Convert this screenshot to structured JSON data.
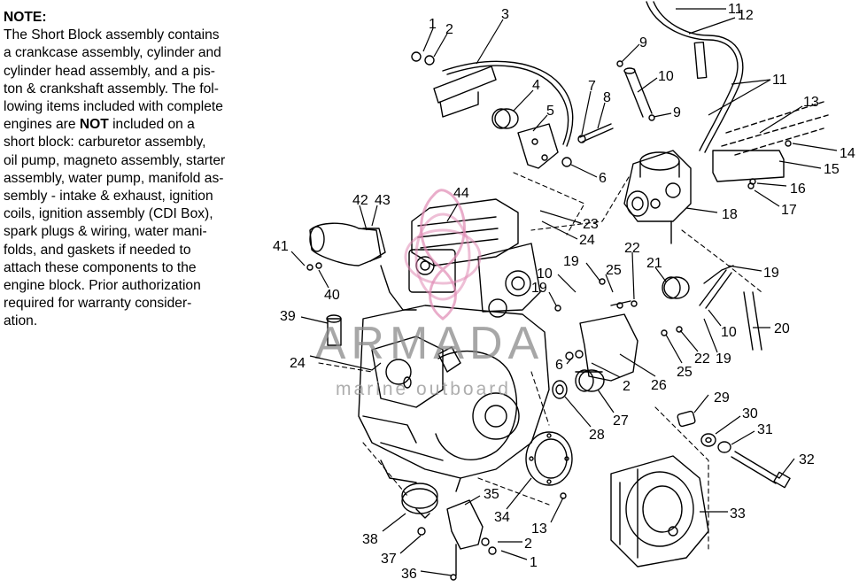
{
  "note": {
    "title": "NOTE:",
    "lines": [
      [
        "The Short Block assembly contains"
      ],
      [
        "a crankcase assembly, cylinder and"
      ],
      [
        "cylinder head assembly, and a pis-"
      ],
      [
        "ton & crankshaft assembly.  The fol-"
      ],
      [
        "lowing items included with complete"
      ],
      [
        "engines are ",
        {
          "b": "NOT"
        },
        " included on a"
      ],
      [
        "short block:  carburetor assembly,"
      ],
      [
        "oil pump, magneto assembly, starter"
      ],
      [
        "assembly, water pump, manifold as-"
      ],
      [
        "sembly - intake & exhaust, ignition"
      ],
      [
        "coils, ignition assembly (CDI Box),"
      ],
      [
        "spark plugs & wiring, water mani-"
      ],
      [
        "folds, and gaskets if needed to"
      ],
      [
        "attach these components to the"
      ],
      [
        "engine block. Prior authorization"
      ],
      [
        "required for warranty consider-"
      ],
      [
        "ation."
      ]
    ]
  },
  "callouts": [
    "1",
    "2",
    "3",
    "11",
    "12",
    "9",
    "10",
    "9",
    "11",
    "4",
    "5",
    "7",
    "8",
    "6",
    "13",
    "14",
    "15",
    "16",
    "17",
    "18",
    "23",
    "24",
    "44",
    "42",
    "43",
    "41",
    "40",
    "10",
    "19",
    "25",
    "22",
    "21",
    "19",
    "19",
    "20",
    "39",
    "24",
    "6",
    "2",
    "26",
    "25",
    "22",
    "19",
    "10",
    "27",
    "28",
    "29",
    "30",
    "31",
    "32",
    "33",
    "34",
    "13",
    "35",
    "38",
    "37",
    "36",
    "2",
    "1"
  ],
  "watermark": {
    "brand": "ARMADA",
    "tagline": "marine outboard",
    "colors": {
      "logo": "#e08ab4",
      "text": "#8a8a8a"
    }
  },
  "colors": {
    "line": "#000000",
    "background": "#ffffff"
  }
}
